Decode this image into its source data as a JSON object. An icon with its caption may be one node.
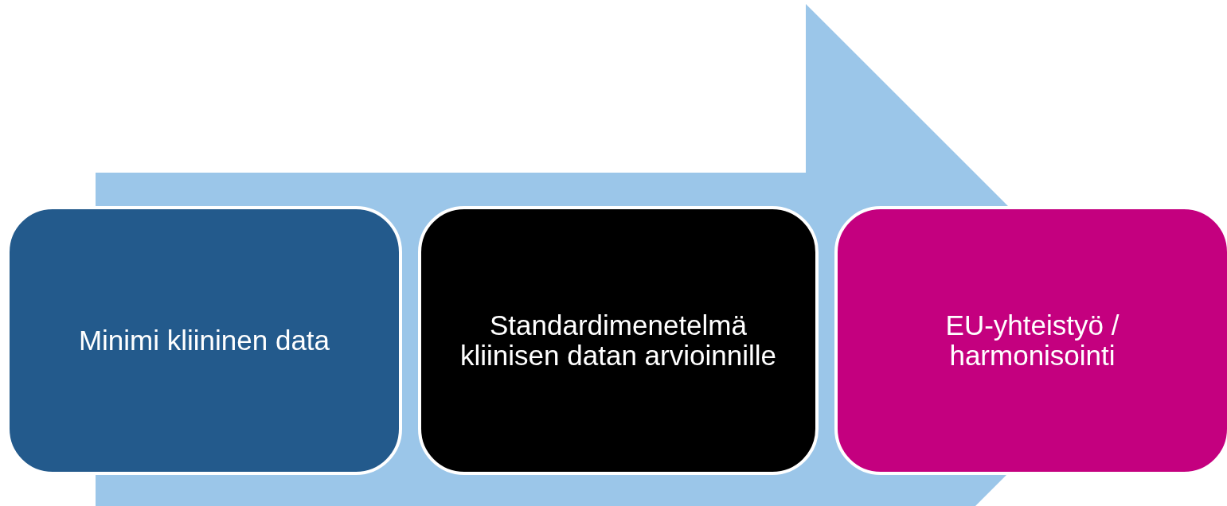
{
  "diagram": {
    "nodes": [
      {
        "text": [
          "Minimi kliininen data"
        ]
      },
      {
        "text": [
          "Standardimenetelmä kliinisen datan arvioinnille"
        ]
      },
      {
        "text": [
          "EU-yhteistyö / harmonisointi"
        ]
      }
    ]
  }
}
